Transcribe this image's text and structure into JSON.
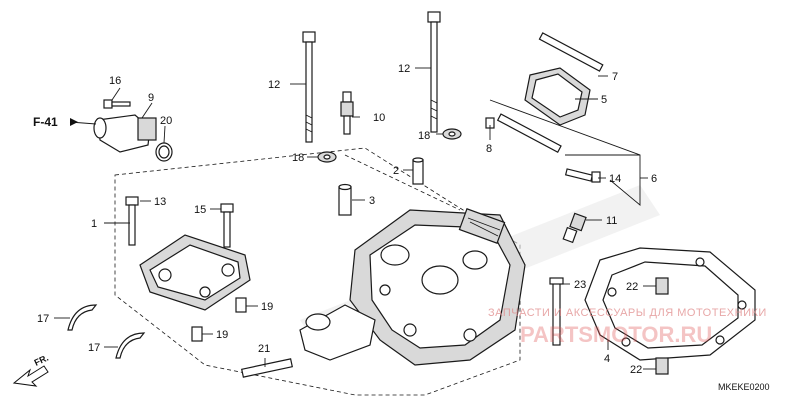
{
  "diagram": {
    "frame_ref": "F-41",
    "direction_label": "FR.",
    "code": "MKEKE0200",
    "watermark_text": "ЗАПЧАСТИ И АКСЕССУАРЫ ДЛЯ МОТОТЕХНИКИ",
    "watermark_site": "PARTSMOTOR.RU",
    "callouts": {
      "c1": "1",
      "c2": "2",
      "c3": "3",
      "c4": "4",
      "c5": "5",
      "c6": "6",
      "c7": "7",
      "c8": "8",
      "c9": "9",
      "c10": "10",
      "c11": "11",
      "c12a": "12",
      "c12b": "12",
      "c13": "13",
      "c14": "14",
      "c15": "15",
      "c16": "16",
      "c17a": "17",
      "c17b": "17",
      "c18a": "18",
      "c18b": "18",
      "c19a": "19",
      "c19b": "19",
      "c20": "20",
      "c21": "21",
      "c22a": "22",
      "c22b": "22",
      "c23": "23"
    }
  }
}
